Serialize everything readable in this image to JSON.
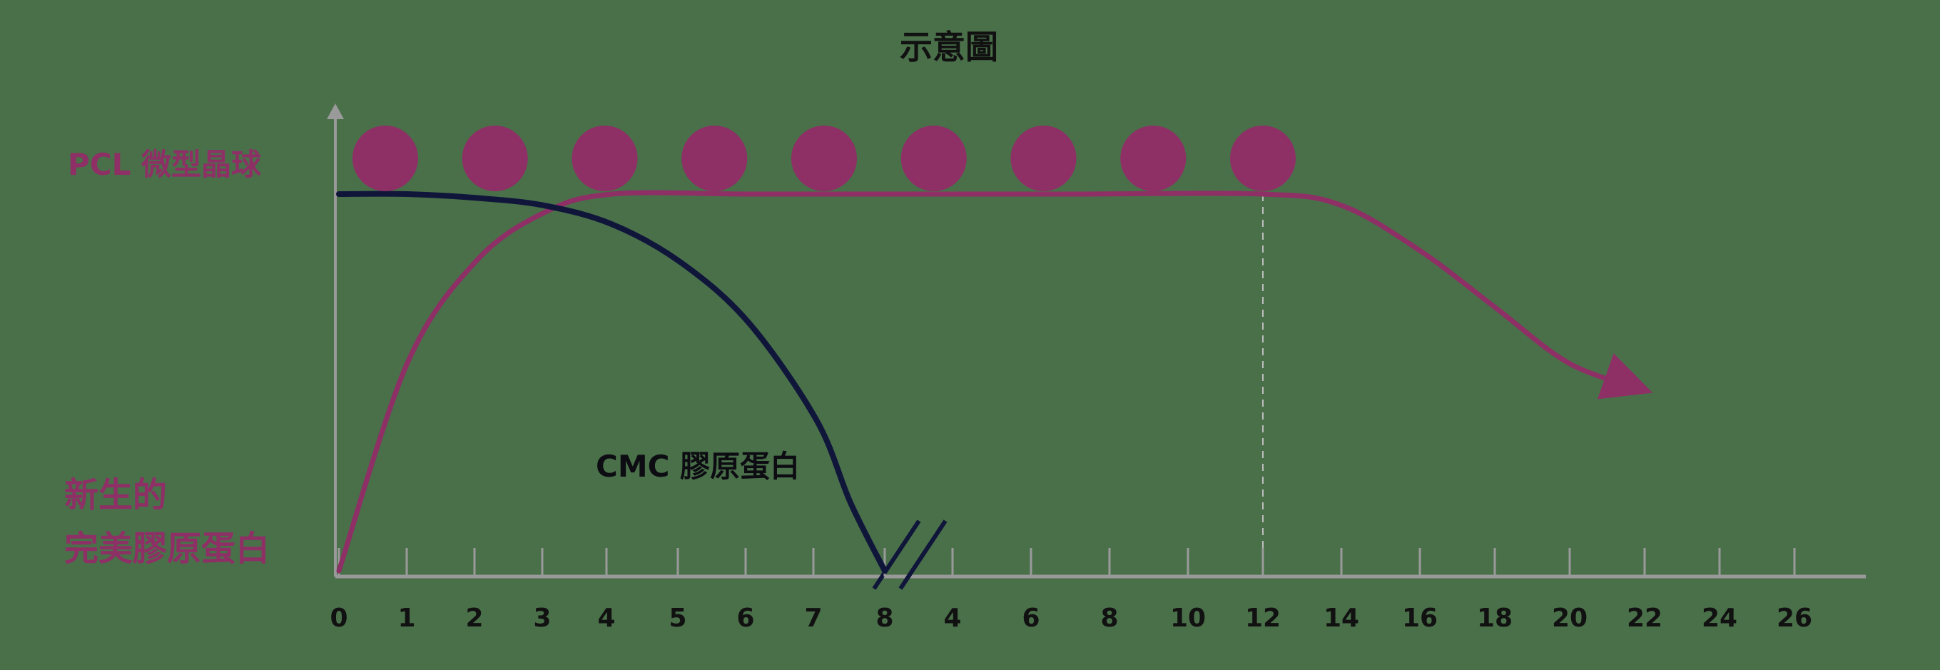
{
  "chart_data": {
    "type": "line",
    "title": "示意圖",
    "x_tick_labels": [
      "0",
      "1",
      "2",
      "3",
      "4",
      "5",
      "6",
      "7",
      "8",
      "4",
      "6",
      "8",
      "10",
      "12",
      "14",
      "16",
      "18",
      "20",
      "22",
      "24",
      "26"
    ],
    "series": [
      {
        "name": "CMC 膠原蛋白",
        "color": "#10163a",
        "x": [
          0,
          1,
          2,
          3,
          4,
          5,
          6,
          7,
          7.5,
          8
        ],
        "y": [
          100,
          100,
          99,
          97,
          92,
          82,
          66,
          40,
          18,
          0
        ]
      },
      {
        "name": "PCL 微型晶球",
        "color": "#8e2f66",
        "marker_count": 9,
        "x": [
          0,
          1,
          2,
          3,
          4,
          6,
          8,
          10,
          12,
          14,
          16,
          18,
          20,
          22
        ],
        "y": [
          0,
          55,
          82,
          95,
          100,
          100,
          100,
          100,
          100,
          97,
          85,
          70,
          55,
          48
        ]
      }
    ],
    "labels": {
      "pcl": "PCL 微型晶球",
      "cmc": "CMC 膠原蛋白",
      "new_collagen_line1": "新生的",
      "new_collagen_line2": "完美膠原蛋白"
    },
    "colors": {
      "background": "#4a704a",
      "pink": "#8e2f66",
      "navy": "#10163a",
      "axis": "#9a9a9a"
    }
  }
}
